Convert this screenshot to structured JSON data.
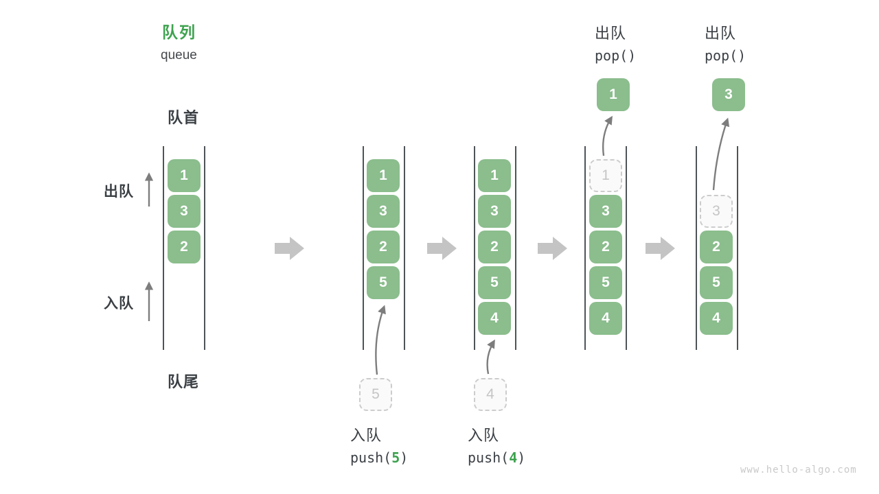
{
  "page": {
    "title_zh": "队列",
    "title_en": "queue",
    "watermark": "www.hello-algo.com"
  },
  "side_labels": {
    "front": "队首",
    "rear": "队尾",
    "dequeue": "出队",
    "enqueue": "入队"
  },
  "colors": {
    "box_green": "#8bbd8d",
    "accent_green": "#3da24e",
    "text_dark": "#3b4045",
    "block_arrow_gray": "#c4c4c4",
    "thin_arrow_gray": "#7d7d7d",
    "ghost_gray": "#c5c5c5"
  },
  "operations": {
    "push5": {
      "label_zh": "入队",
      "code_open": "push(",
      "arg": "5",
      "code_close": ")"
    },
    "push4": {
      "label_zh": "入队",
      "code_open": "push(",
      "arg": "4",
      "code_close": ")"
    },
    "pop1": {
      "label_zh": "出队",
      "code": "pop()"
    },
    "pop2": {
      "label_zh": "出队",
      "code": "pop()"
    }
  },
  "queues": [
    {
      "cells": [
        "1",
        "3",
        "2"
      ]
    },
    {
      "cells": [
        "1",
        "3",
        "2",
        "5"
      ],
      "incoming": "5"
    },
    {
      "cells": [
        "1",
        "3",
        "2",
        "5",
        "4"
      ],
      "incoming": "4"
    },
    {
      "ghost": "1",
      "cells": [
        "3",
        "2",
        "5",
        "4"
      ],
      "popped": "1"
    },
    {
      "ghost": "3",
      "cells": [
        "2",
        "5",
        "4"
      ],
      "popped": "3"
    }
  ]
}
